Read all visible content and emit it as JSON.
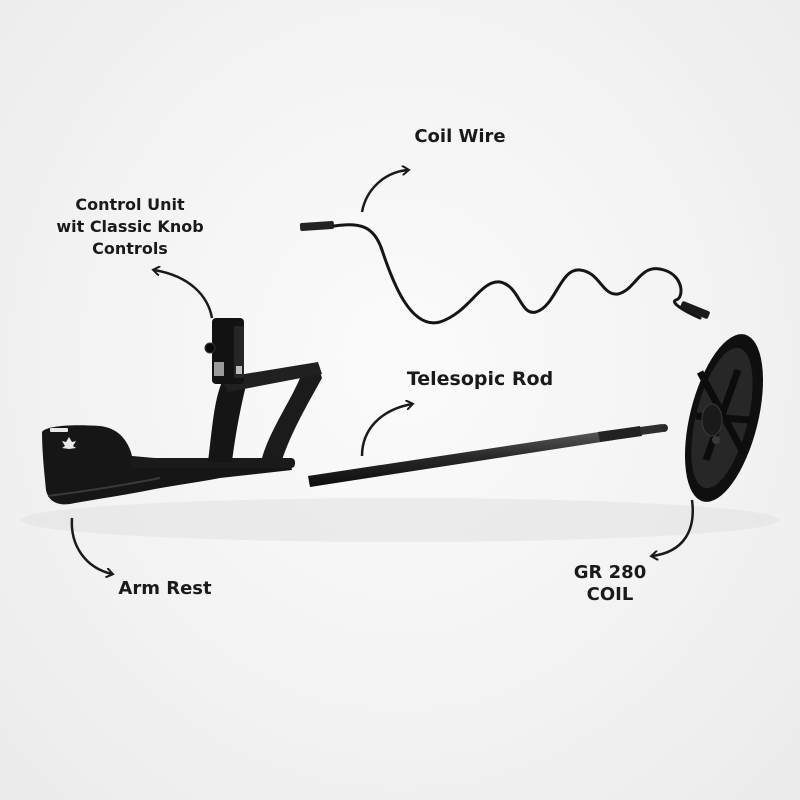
{
  "labels": {
    "coil_wire": "Coil Wire",
    "control_unit": [
      "Control Unit",
      "wit Classic Knob",
      "Controls"
    ],
    "telescopic_rod": "Telesopic Rod",
    "arm_rest": "Arm Rest",
    "coil": [
      "GR 280",
      "COIL"
    ]
  },
  "colors": {
    "part": "#141414",
    "arrow": "#1a1a1a",
    "background": "#f4f4f4"
  }
}
